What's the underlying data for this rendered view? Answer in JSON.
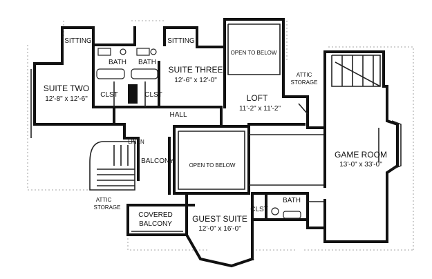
{
  "rooms": {
    "sitting_left": "SITTING",
    "sitting_right": "SITTING",
    "bath_left": "BATH",
    "bath_right": "BATH",
    "suite_two": {
      "name": "SUITE TWO",
      "size": "12'-8\" x 12'-6\""
    },
    "suite_three": {
      "name": "SUITE THREE",
      "size": "12'-6\" x 12'-0\""
    },
    "clst_left": "CLST",
    "clst_right": "CLST",
    "clst_guest": "CLST",
    "open_below_top": "OPEN TO BELOW",
    "open_below_center": "OPEN TO BELOW",
    "attic_storage_top": [
      "ATTIC",
      "STORAGE"
    ],
    "attic_storage_left": [
      "ATTIC",
      "STORAGE"
    ],
    "loft": {
      "name": "LOFT",
      "size": "11'-2\" x 11'-2\""
    },
    "hall": "HALL",
    "linen": "LINEN",
    "balcony": "BALCONY",
    "covered_balcony": [
      "COVERED",
      "BALCONY"
    ],
    "guest_suite": {
      "name": "GUEST SUITE",
      "size": "12'-0\" x 16'-0\""
    },
    "bath_guest": "BATH",
    "game_room": {
      "name": "GAME ROOM",
      "size": "13'-0\" x 33'-0\""
    }
  }
}
